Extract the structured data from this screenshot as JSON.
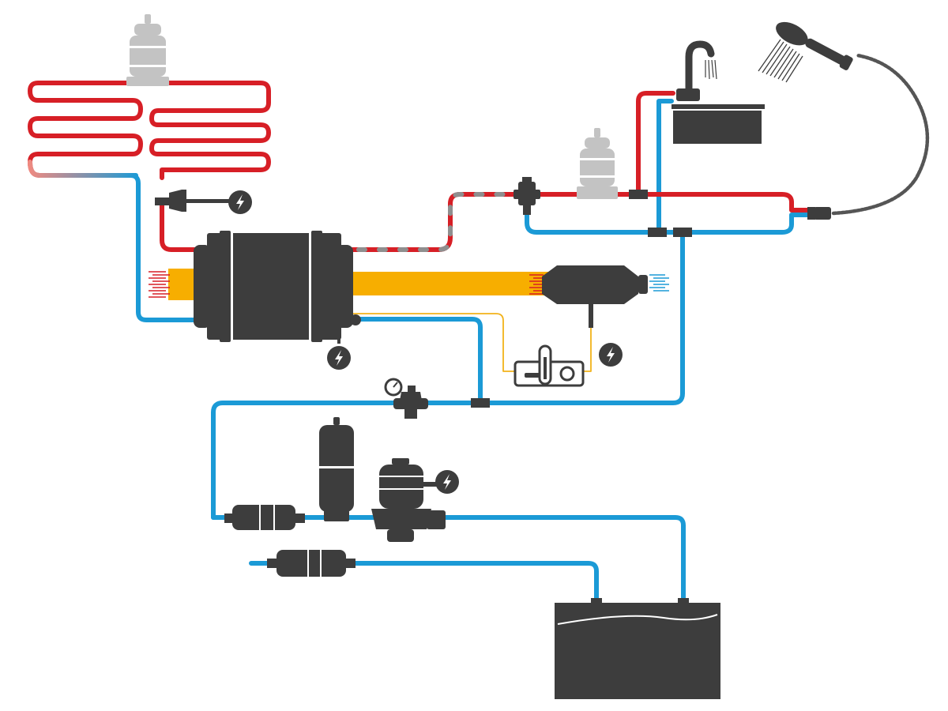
{
  "colors": {
    "hot_water": "#d71f26",
    "cold_water": "#1b9ad6",
    "exhaust": "#f7ae00",
    "signal_wire": "#f2b21a",
    "component": "#3d3d3d",
    "expansion_vessel": "#c3c3c3",
    "hot_hose_stripe": "#8f8f8f"
  },
  "icons": {
    "electric": "lightning-bolt-icon",
    "pressure": "pressure-gauge-icon",
    "shower": "shower-head-icon",
    "faucet": "faucet-icon"
  },
  "components": [
    "underfloor-heating-loops",
    "expansion-vessel-heating",
    "circulation-pump",
    "calorifier",
    "diesel-heater",
    "heater-control-panel",
    "mixing-valve",
    "expansion-vessel-hot",
    "sink-with-faucet",
    "hand-shower",
    "pressure-reducer",
    "water-filter",
    "accumulator-tank",
    "water-pump",
    "inlet-filter",
    "fresh-water-tank"
  ]
}
